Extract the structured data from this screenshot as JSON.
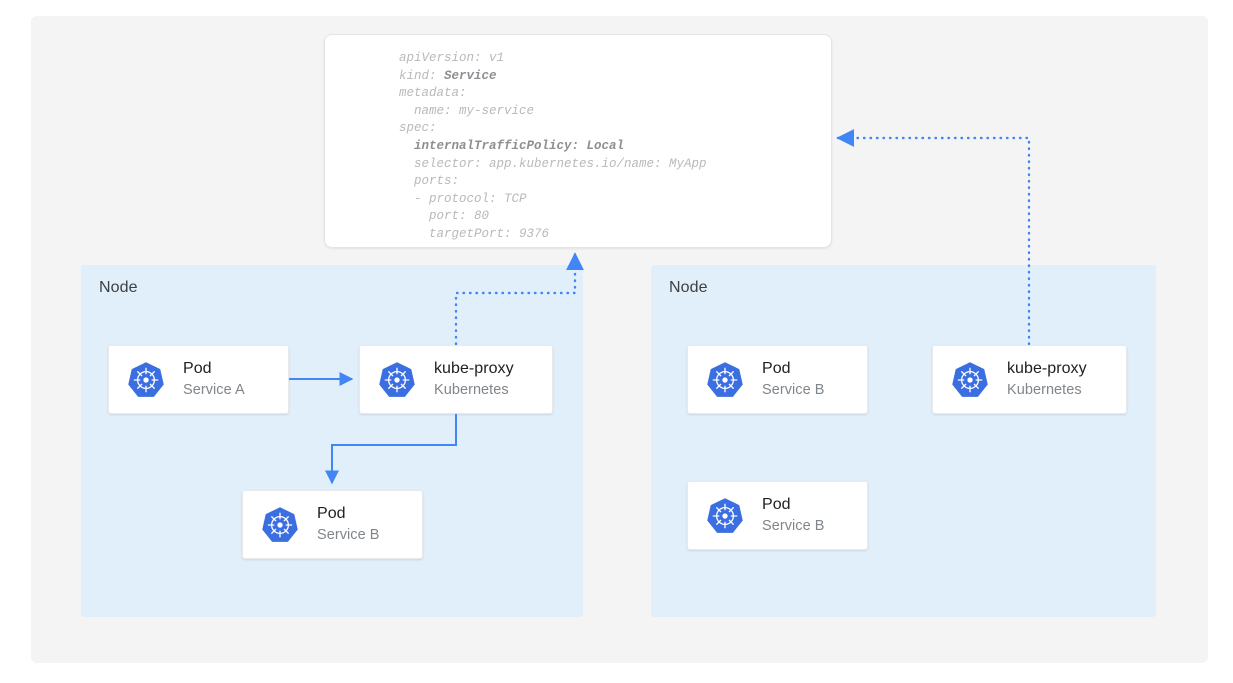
{
  "canvas": {
    "background": "#f4f4f5",
    "accent_blue": "#4285f4",
    "node_fill": "#e1effb",
    "icon_blue": "#3b6ee0"
  },
  "yaml_card": {
    "name": "service-manifest",
    "lines": [
      {
        "text": "apiVersion: v1",
        "bold": false
      },
      {
        "text": "kind: ",
        "bold_suffix": "Service"
      },
      {
        "text": "metadata:",
        "bold": false
      },
      {
        "text": "  name: my-service",
        "bold": false
      },
      {
        "text": "spec:",
        "bold": false
      },
      {
        "text": "  internalTrafficPolicy: Local",
        "bold": true
      },
      {
        "text": "  selector: app.kubernetes.io/name: MyApp",
        "bold": false
      },
      {
        "text": "  ports:",
        "bold": false
      },
      {
        "text": "  - protocol: TCP",
        "bold": false
      },
      {
        "text": "    port: 80",
        "bold": false
      },
      {
        "text": "    targetPort: 9376",
        "bold": false
      }
    ]
  },
  "nodes": [
    {
      "label": "Node",
      "boxes": [
        {
          "title": "Pod",
          "sub": "Service A",
          "icon": "kubernetes-icon"
        },
        {
          "title": "kube-proxy",
          "sub": "Kubernetes",
          "icon": "kubernetes-icon"
        },
        {
          "title": "Pod",
          "sub": "Service B",
          "icon": "kubernetes-icon"
        }
      ]
    },
    {
      "label": "Node",
      "boxes": [
        {
          "title": "Pod",
          "sub": "Service B",
          "icon": "kubernetes-icon"
        },
        {
          "title": "kube-proxy",
          "sub": "Kubernetes",
          "icon": "kubernetes-icon"
        },
        {
          "title": "Pod",
          "sub": "Service B",
          "icon": "kubernetes-icon"
        }
      ]
    }
  ],
  "connectors": [
    {
      "name": "pod-a-to-kube-proxy",
      "style": "solid",
      "direction": "right"
    },
    {
      "name": "kube-proxy-to-pod-b",
      "style": "solid",
      "direction": "down"
    },
    {
      "name": "kube-proxy-left-to-manifest",
      "style": "dotted",
      "direction": "up"
    },
    {
      "name": "kube-proxy-right-to-manifest",
      "style": "dotted",
      "direction": "left"
    }
  ]
}
